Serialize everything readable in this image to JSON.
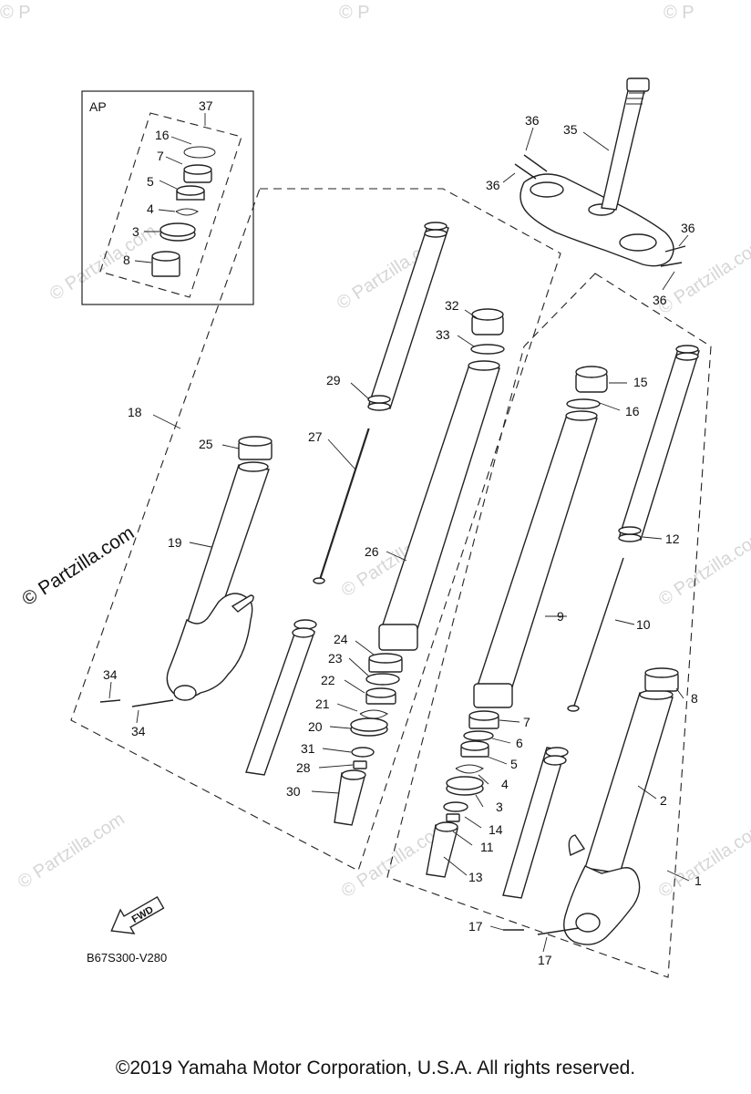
{
  "watermark": {
    "short": "© P",
    "long": "© Partzilla.com",
    "partial": "Partzilla.com"
  },
  "boxes": {
    "kit_label": "AP"
  },
  "fwd_label": "FWD",
  "diagram_code": "B67S300-V280",
  "copyright": "©2019  Yamaha Motor Corporation, U.S.A. All rights reserved.",
  "callouts": {
    "c37": "37",
    "c16a": "16",
    "c7a": "7",
    "c5a": "5",
    "c4a": "4",
    "c3a": "3",
    "c8a": "8",
    "c36a": "36",
    "c36b": "36",
    "c36c": "36",
    "c36d": "36",
    "c35": "35",
    "c32": "32",
    "c33": "33",
    "c29": "29",
    "c15": "15",
    "c16b": "16",
    "c18": "18",
    "c25": "25",
    "c27": "27",
    "c19": "19",
    "c26": "26",
    "c12": "12",
    "c9": "9",
    "c10": "10",
    "c24": "24",
    "c23": "23",
    "c22": "22",
    "c21": "21",
    "c20": "20",
    "c31": "31",
    "c28": "28",
    "c30": "30",
    "c34a": "34",
    "c34b": "34",
    "c7b": "7",
    "c6": "6",
    "c5b": "5",
    "c4b": "4",
    "c3b": "3",
    "c14": "14",
    "c11": "11",
    "c13": "13",
    "c8b": "8",
    "c2": "2",
    "c1": "1",
    "c17a": "17",
    "c17b": "17"
  }
}
